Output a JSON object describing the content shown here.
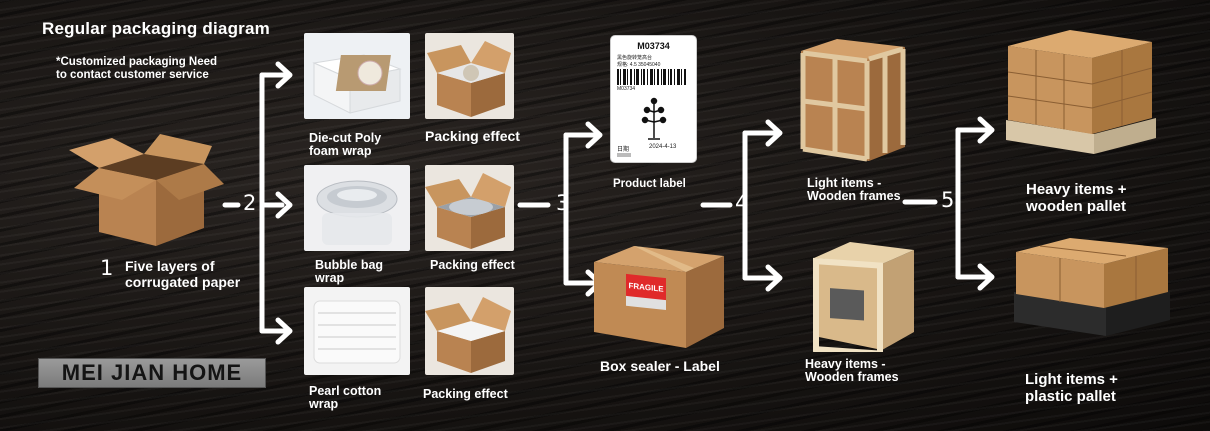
{
  "header": {
    "title": "Regular packaging diagram",
    "note": "*Customized packaging Need to contact customer service"
  },
  "steps": {
    "s1": "1",
    "s2": "2",
    "s3": "3",
    "s4": "4",
    "s5": "5"
  },
  "step1": {
    "label": "Five layers of corrugated paper"
  },
  "step2": {
    "options": [
      {
        "wrap": "Die-cut Poly foam wrap",
        "effect": "Packing effect"
      },
      {
        "wrap": "Bubble bag wrap",
        "effect": "Packing effect"
      },
      {
        "wrap": "Pearl cotton wrap",
        "effect": "Packing effect"
      }
    ]
  },
  "step3": {
    "product_label": "Product label",
    "box_sealer": "Box sealer - Label",
    "label_sticker": {
      "code": "M03734",
      "line1": "黑色旋转笼高台",
      "line2": "规格: 4.5 35045040",
      "barcode_text": "M03734",
      "date_label": "日期",
      "date": "2024-4-13"
    },
    "fragile_sticker": "FRAGILE"
  },
  "step4": {
    "light": "Light items - Wooden frames",
    "heavy": "Heavy items - Wooden frames"
  },
  "step5": {
    "heavy": "Heavy items + wooden pallet",
    "light": "Light items + plastic pallet"
  },
  "brand": {
    "logo_text": "MEI JIAN HOME"
  },
  "colors": {
    "background": "#171412",
    "text": "#ffffff",
    "cardboard": "#c8955e",
    "wood": "#d9b98a"
  }
}
